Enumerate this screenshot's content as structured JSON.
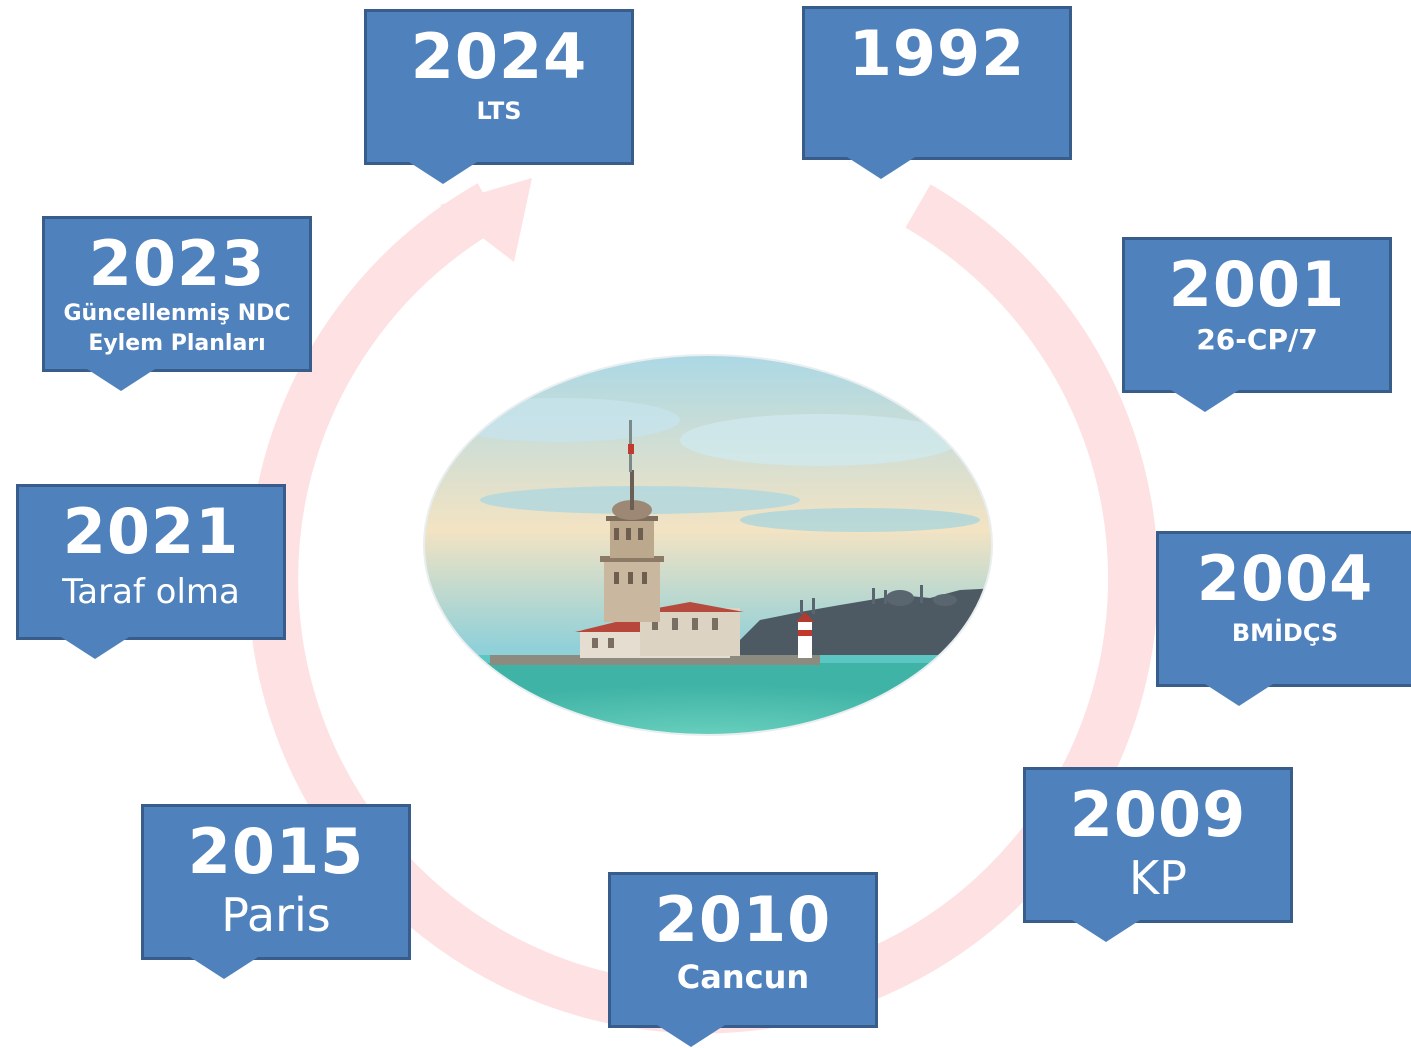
{
  "colors": {
    "callout_fill": "#4f81bd",
    "callout_border": "#385d8a",
    "arrow_ring": "#fde1e3",
    "callout_text": "#ffffff"
  },
  "center_image": {
    "icon": "maidens-tower-istanbul-photo"
  },
  "milestones": [
    {
      "year": "1992",
      "label": ""
    },
    {
      "year": "2001",
      "label": "26-CP/7"
    },
    {
      "year": "2004",
      "label": "BMİDÇS"
    },
    {
      "year": "2009",
      "label": "KP"
    },
    {
      "year": "2010",
      "label": "Cancun"
    },
    {
      "year": "2015",
      "label": "Paris"
    },
    {
      "year": "2021",
      "label": "Taraf olma"
    },
    {
      "year": "2023",
      "label_line1": "Güncellenmiş NDC",
      "label_line2": "Eylem Planları"
    },
    {
      "year": "2024",
      "label": "LTS"
    }
  ]
}
